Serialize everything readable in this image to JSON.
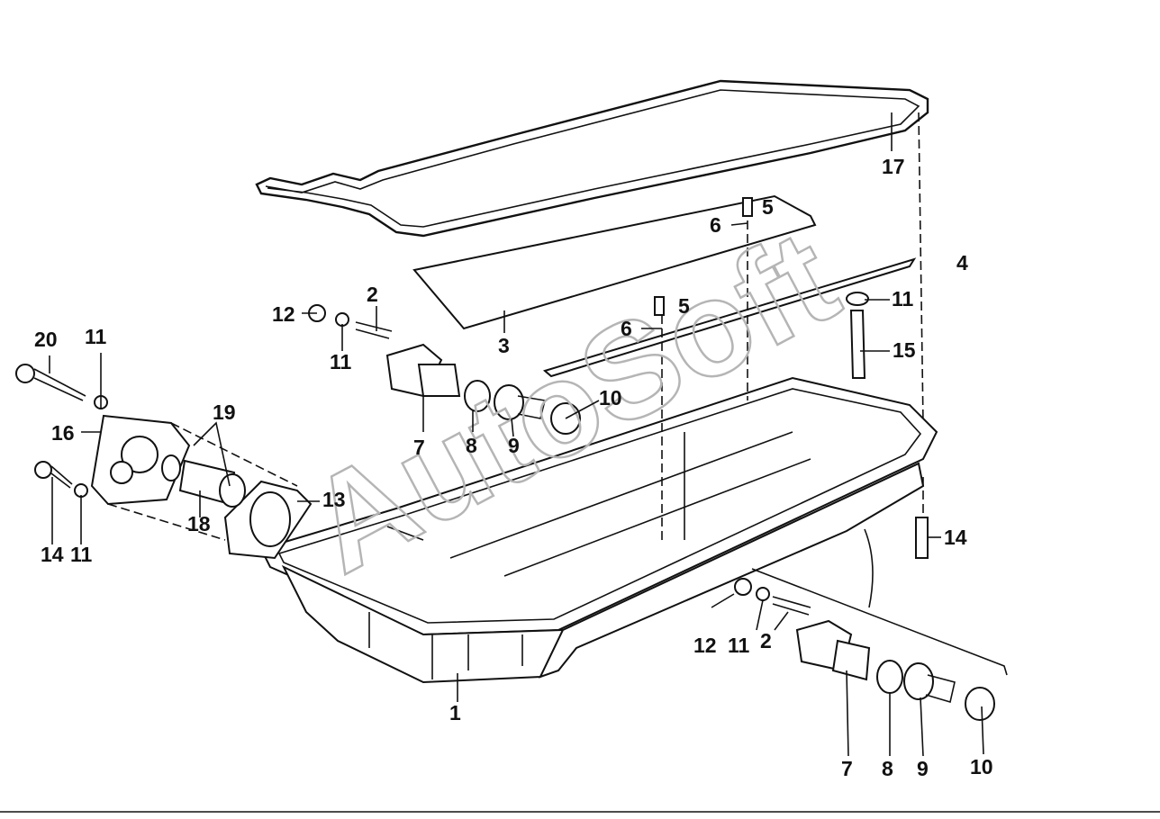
{
  "watermark": "AutoSoft",
  "callouts": [
    "1",
    "2",
    "3",
    "4",
    "5",
    "5",
    "6",
    "6",
    "7",
    "8",
    "9",
    "10",
    "11",
    "11",
    "11",
    "11",
    "12",
    "13",
    "14",
    "14",
    "15",
    "16",
    "17",
    "18",
    "19",
    "20",
    "12",
    "11",
    "2",
    "7",
    "8",
    "9",
    "10"
  ]
}
